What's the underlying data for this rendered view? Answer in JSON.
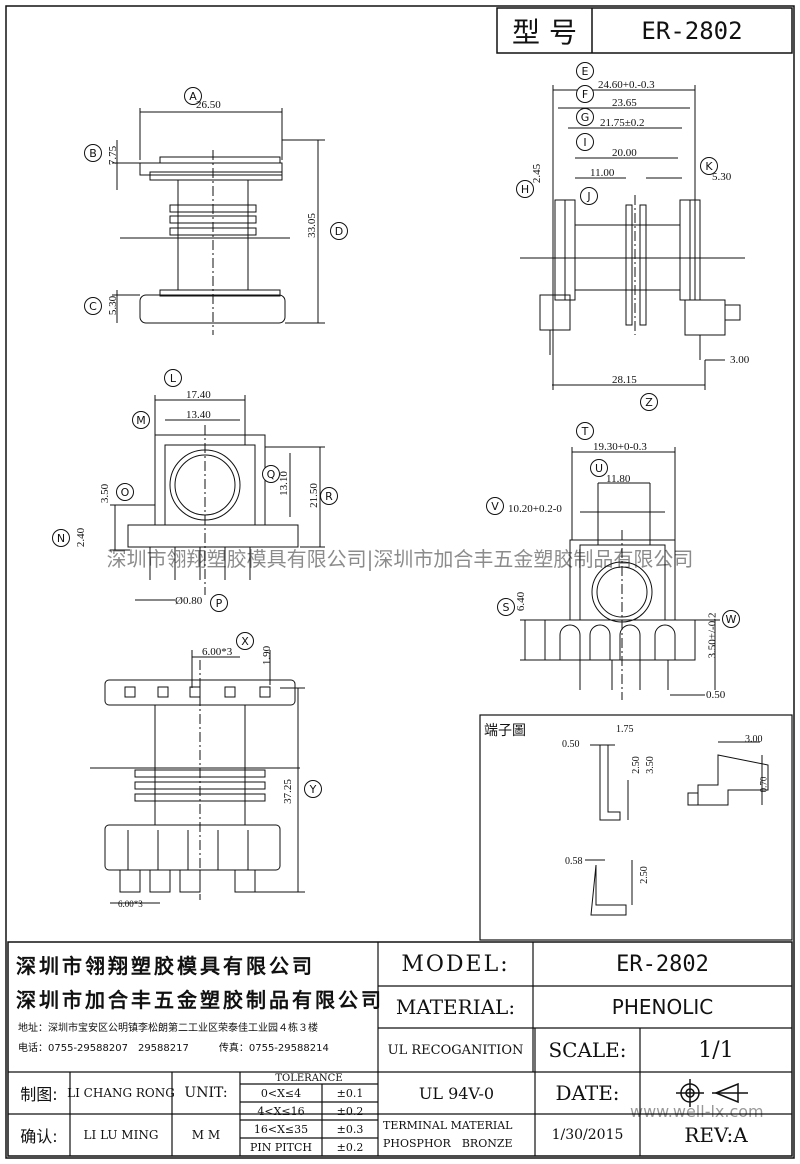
{
  "header": {
    "type_label": "型 号",
    "model": "ER-2802"
  },
  "dims": {
    "A": "26.50",
    "B": "7.75",
    "C": "5.30",
    "D": "33.05",
    "E": "24.60+0.-0.3",
    "F": "23.65",
    "G": "21.75±0.2",
    "I": "20.00",
    "J": "11.00",
    "K": "5.30",
    "H": "2.45",
    "Z": "28.15",
    "Z2": "3.00",
    "L1": "17.40",
    "L2": "13.40",
    "Q": "13.10",
    "R": "21.50",
    "O": "3.50",
    "N": "2.40",
    "P": "Ø0.80",
    "T": "19.30+0-0.3",
    "U": "11.80",
    "V": "10.20+0.2-0",
    "S": "6.40",
    "W": "3.50+/-0.2",
    "W2": "0.50",
    "X1": "6.00*3",
    "X2": "1.90",
    "Y": "37.25",
    "bottom": "6.00*3",
    "term1": "1.75",
    "term2": "0.50",
    "term3": "2.50",
    "term4": "3.50",
    "term5": "3.00",
    "term6": "0.70",
    "term7": "0.58",
    "term8": "2.50"
  },
  "bubbles": [
    "A",
    "B",
    "C",
    "D",
    "E",
    "F",
    "G",
    "H",
    "I",
    "J",
    "K",
    "L",
    "M",
    "N",
    "O",
    "P",
    "Q",
    "R",
    "S",
    "T",
    "U",
    "V",
    "W",
    "X",
    "Y",
    "Z"
  ],
  "terminal_title": "端子圖",
  "watermark": "深圳市翎翔塑胶模具有限公司|深圳市加合丰五金塑胶制品有限公司",
  "title_block": {
    "company1": "深圳市翎翔塑胶模具有限公司",
    "company2": "深圳市加合丰五金塑胶制品有限公司",
    "address": "地址：深圳市宝安区公明镇李松朗第二工业区荣泰佳工业园４栋３楼",
    "phone": "电话：0755-29588207　29588217　　　传真：0755-29588214",
    "model_label": "MODEL:",
    "model_value": "ER-2802",
    "material_label": "MATERIAL:",
    "material_value": "PHENOLIC",
    "ul_label": "UL RECOGANITION",
    "ul_value": "UL 94V-0",
    "scale_label": "SCALE:",
    "scale_value": "1/1",
    "date_label": "DATE:",
    "date_value": "1/30/2015",
    "terminal_label1": "TERMINAL MATERIAL",
    "terminal_label2": "PHOSPHOR　BRONZE",
    "rev_label": "REV:A",
    "drawn_label": "制图:",
    "drawn_by": "LI CHANG RONG",
    "check_label": "确认:",
    "checked_by": "LI LU MING",
    "unit_label": "UNIT:",
    "unit_value": "M M",
    "tol_title": "TOLERANCE",
    "tol_rows": [
      {
        "range": "0<X≤4",
        "value": "±0.1"
      },
      {
        "range": "4<X≤16",
        "value": "±0.2"
      },
      {
        "range": "16<X≤35",
        "value": "±0.3"
      },
      {
        "range": "PIN PITCH",
        "value": "±0.2"
      }
    ],
    "site": "www.well-lx.com"
  }
}
